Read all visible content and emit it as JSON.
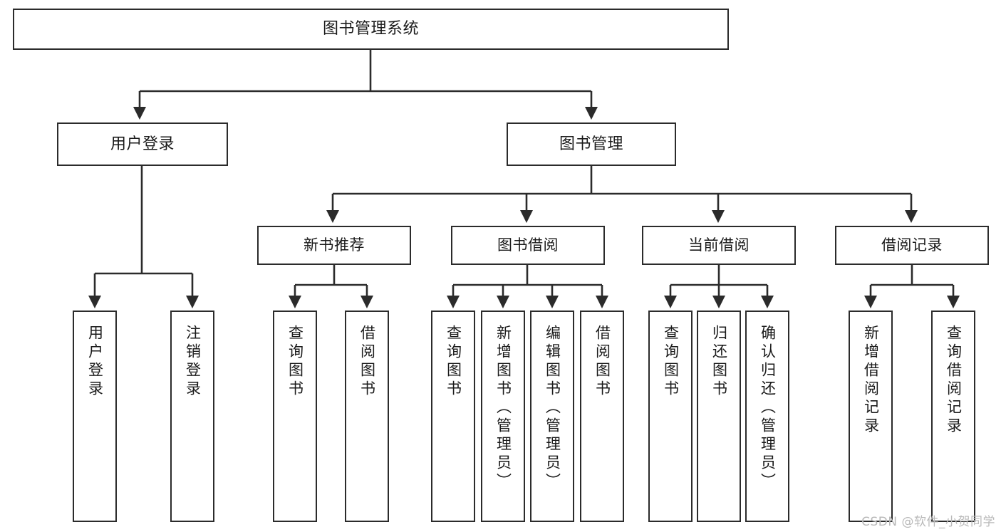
{
  "diagram": {
    "type": "tree",
    "title": "图书管理系统",
    "background_color": "#ffffff",
    "node_border_color": "#2b2b2b",
    "node_fill_color": "#ffffff",
    "edge_color": "#2b2b2b",
    "text_color": "#1a1a1a"
  },
  "nodes": {
    "root": {
      "label": "图书管理系统"
    },
    "level2": [
      {
        "id": "user-login",
        "label": "用户登录"
      },
      {
        "id": "book-manage",
        "label": "图书管理"
      }
    ],
    "level3": [
      {
        "id": "new-book-rec",
        "label": "新书推荐"
      },
      {
        "id": "book-borrow",
        "label": "图书借阅"
      },
      {
        "id": "current-borrow",
        "label": "当前借阅"
      },
      {
        "id": "borrow-record",
        "label": "借阅记录"
      }
    ],
    "leaves": {
      "user_login": [
        {
          "id": "leaf-user-login",
          "label": "用户登录"
        },
        {
          "id": "leaf-logout-login",
          "label": "注销登录"
        }
      ],
      "new_book_rec": [
        {
          "id": "leaf-query-book-1",
          "label": "查询图书"
        },
        {
          "id": "leaf-borrow-book-1",
          "label": "借阅图书"
        }
      ],
      "book_borrow": [
        {
          "id": "leaf-query-book-2",
          "label": "查询图书"
        },
        {
          "id": "leaf-add-book",
          "label": "新增图书（管理员）"
        },
        {
          "id": "leaf-edit-book",
          "label": "编辑图书（管理员）"
        },
        {
          "id": "leaf-borrow-book-2",
          "label": "借阅图书"
        }
      ],
      "current_borrow": [
        {
          "id": "leaf-query-book-3",
          "label": "查询图书"
        },
        {
          "id": "leaf-return-book",
          "label": "归还图书"
        },
        {
          "id": "leaf-confirm-return",
          "label": "确认归还（管理员）"
        }
      ],
      "borrow_record": [
        {
          "id": "leaf-add-record",
          "label": "新增借阅记录"
        },
        {
          "id": "leaf-query-record",
          "label": "查询借阅记录"
        }
      ]
    }
  },
  "watermark": {
    "text": "CSDN @软件_小贺同学"
  }
}
